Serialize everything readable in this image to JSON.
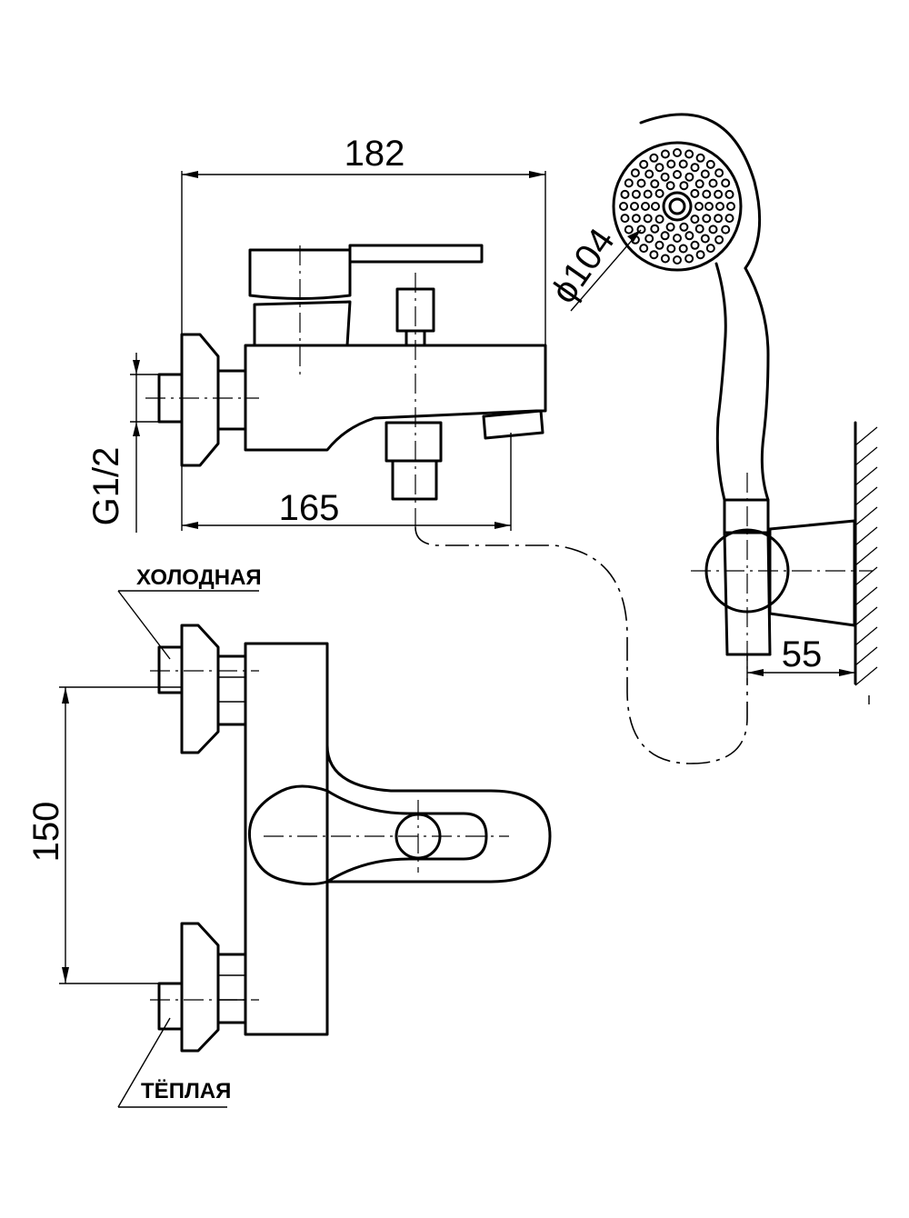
{
  "dimensions": {
    "overall_length": "182",
    "spout_length": "165",
    "thread": "G1/2",
    "inlet_spacing": "150",
    "head_diameter": "ϕ104",
    "holder_projection": "55"
  },
  "labels": {
    "cold": "ХОЛОДНАЯ",
    "warm": "ТЁПЛАЯ"
  }
}
